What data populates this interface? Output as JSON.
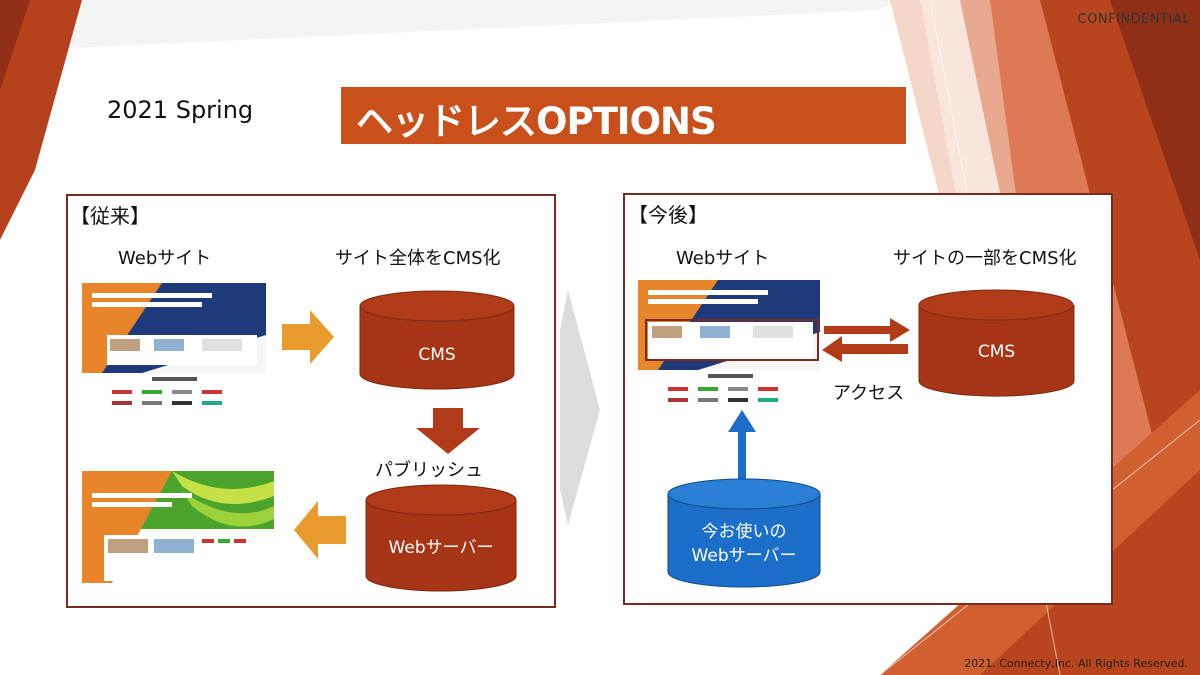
{
  "header": {
    "confidential": "CONFINDENTIAL",
    "season": "2021 Spring",
    "title": "ヘッドレスOPTIONS"
  },
  "left_panel": {
    "title": "【従来】",
    "web_label": "Webサイト",
    "cms_label": "サイト全体をCMS化",
    "cms": "CMS",
    "publish": "パブリッシュ",
    "server": "Webサーバー"
  },
  "right_panel": {
    "title": "【今後】",
    "web_label": "Webサイト",
    "cms_label": "サイトの一部をCMS化",
    "cms": "CMS",
    "access": "アクセス",
    "server_line1": "今お使いの",
    "server_line2": "Webサーバー"
  },
  "footer": "2021.  Connecty,Inc. All Rights Reserved.",
  "colors": {
    "accent": "#c9501a",
    "cylinder": "#a53515",
    "arrow_orange": "#e89a2c",
    "arrow_red": "#b13a19",
    "blue": "#1b6fc8",
    "border": "#7a2a1f"
  }
}
